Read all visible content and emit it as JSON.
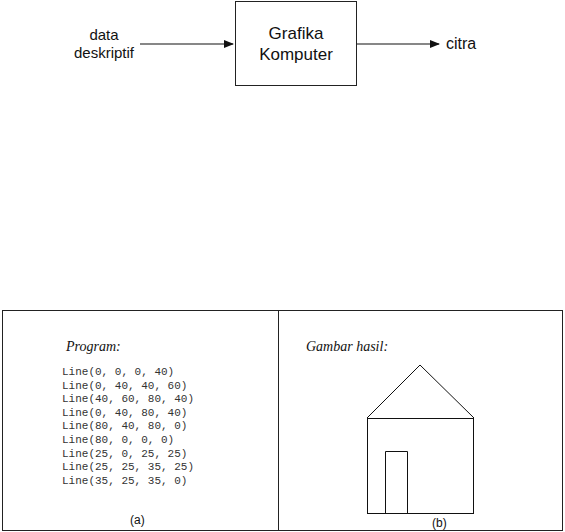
{
  "diagram": {
    "nodes": [
      {
        "text": [
          "Grafika Komputer"
        ]
      },
      {
        "text": [
          "Program:",
          "Line(0, 0, 0, 40)",
          "Line(0, 40, 40, 60)",
          "Line(40, 60, 80, 40)",
          "Line(0, 40, 80, 40)",
          "Line(80, 40, 80, 0)",
          "Line(80, 0, 0, 0)",
          "Line(25, 0, 25, 25)",
          "Line(25, 25, 35, 25)",
          "Line(35, 25, 35, 0)",
          "(a)"
        ]
      },
      {
        "text": [
          "Gambar hasil:",
          "(b)"
        ]
      }
    ],
    "labels": [
      "data deskriptif",
      "citra"
    ]
  }
}
